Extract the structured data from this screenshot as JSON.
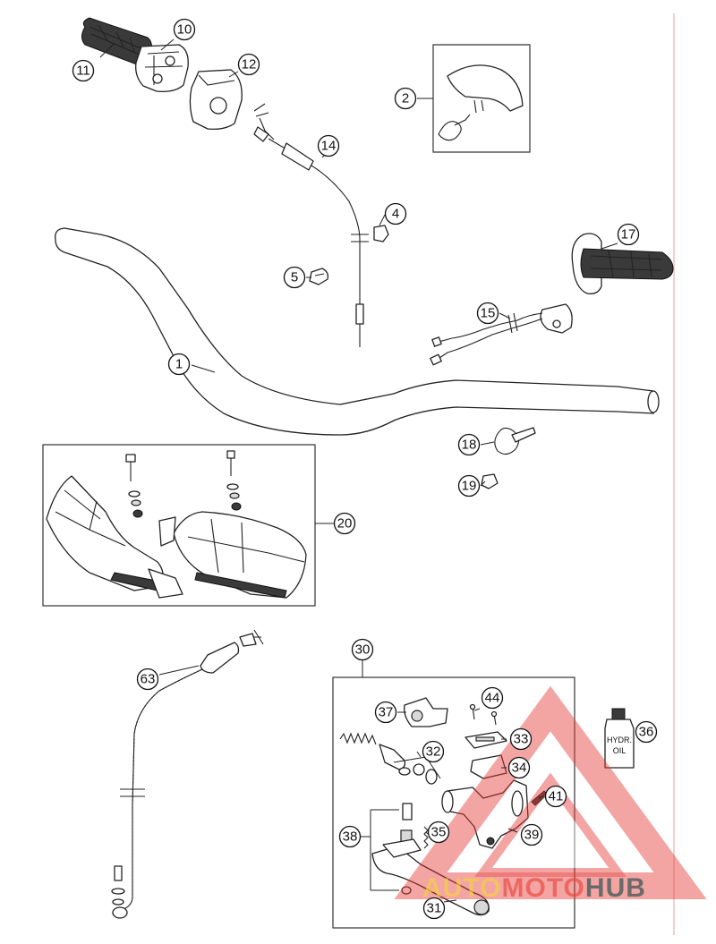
{
  "callouts": {
    "c1": "1",
    "c2": "2",
    "c4": "4",
    "c5": "5",
    "c10": "10",
    "c11": "11",
    "c12": "12",
    "c14": "14",
    "c15": "15",
    "c17": "17",
    "c18": "18",
    "c19": "19",
    "c20": "20",
    "c30": "30",
    "c31": "31",
    "c32": "32",
    "c33": "33",
    "c34": "34",
    "c35": "35",
    "c36": "36",
    "c37": "37",
    "c38": "38",
    "c39": "39",
    "c41": "41",
    "c44": "44",
    "c63": "63"
  },
  "bottle_label": {
    "line1": "HYDR.",
    "line2": "OIL"
  },
  "watermark": {
    "part1": "AUTO",
    "part2": "MOTO",
    "part3": "HUB",
    "color_auto": "#f2b441",
    "color_moto": "#e8463c",
    "color_hub": "#4a4a4a",
    "triangle_color": "#e53935"
  }
}
